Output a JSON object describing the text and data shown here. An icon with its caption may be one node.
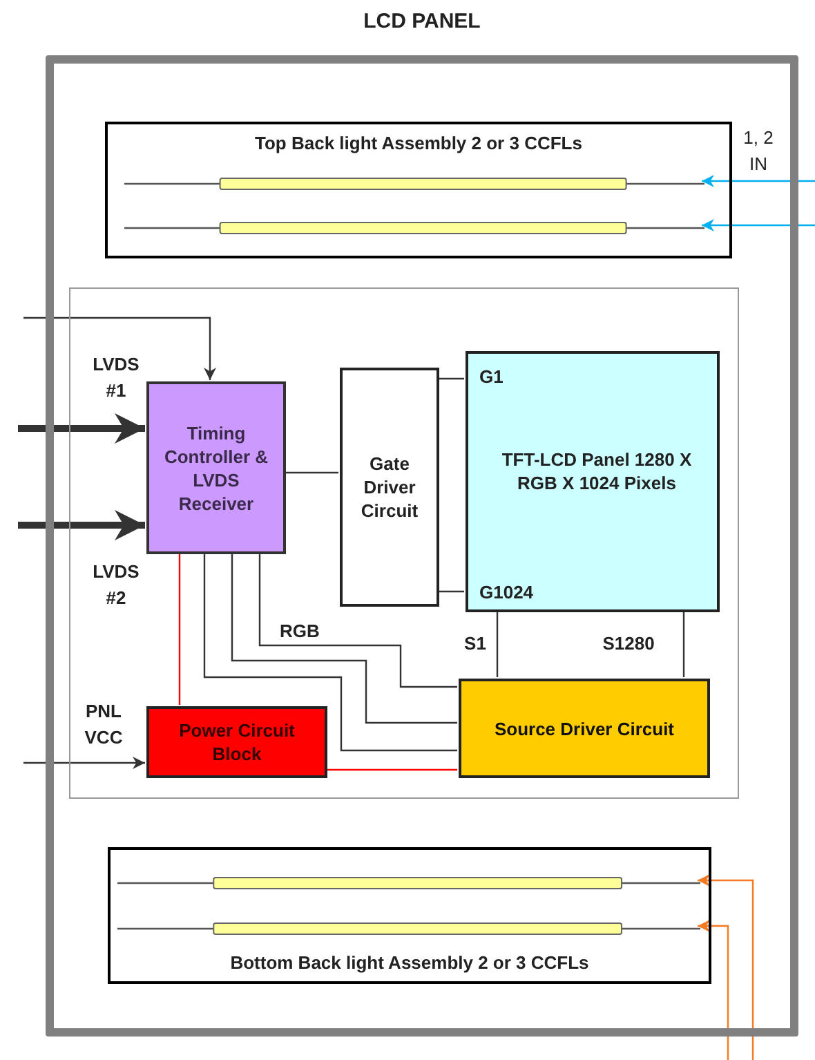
{
  "diagram": {
    "nodes": [
      {
        "text": [
          "LCD PANEL"
        ]
      },
      {
        "text": [
          "Top Back light Assembly 2 or 3 CCFLs"
        ],
        "in": 0
      },
      {
        "text": [],
        "shape": "bar",
        "in": 1
      },
      {
        "text": [],
        "shape": "bar",
        "in": 1
      },
      {
        "text": [],
        "shape": "box",
        "in": 0
      },
      {
        "text": [
          "Timing Controller & LVDS Receiver"
        ],
        "in": 4
      },
      {
        "text": [
          "Gate Driver Circuit"
        ],
        "in": 4
      },
      {
        "text": [
          "G1",
          "TFT-LCD Panel 1280 X RGB X 1024 Pixels",
          "G1024"
        ],
        "in": 4
      },
      {
        "text": [
          "Power Circuit Block"
        ],
        "in": 4
      },
      {
        "text": [
          "Source Driver Circuit"
        ],
        "in": 4
      },
      {
        "text": [
          "Bottom Back light Assembly 2 or 3 CCFLs"
        ],
        "in": 0
      },
      {
        "text": [],
        "shape": "bar",
        "in": 10
      },
      {
        "text": [],
        "shape": "bar",
        "in": 10
      }
    ],
    "edges": [
      {
        "from": null,
        "to": 5,
        "arrow": "to"
      },
      {
        "from": null,
        "to": 5,
        "arrow": "to",
        "label": "LVDS #1",
        "style": "thick"
      },
      {
        "from": null,
        "to": 5,
        "arrow": "to",
        "label": "LVDS #2",
        "style": "thick"
      },
      {
        "from": 5,
        "to": 6,
        "arrow": "none"
      },
      {
        "from": 6,
        "to": 7,
        "arrow": "none"
      },
      {
        "from": 6,
        "to": 7,
        "arrow": "none"
      },
      {
        "from": 5,
        "to": 9,
        "arrow": "none",
        "label": "RGB"
      },
      {
        "from": 5,
        "to": 9,
        "arrow": "none"
      },
      {
        "from": 5,
        "to": 9,
        "arrow": "none"
      },
      {
        "from": 5,
        "to": 8,
        "arrow": "none",
        "color": "#ff0000"
      },
      {
        "from": 8,
        "to": 9,
        "arrow": "none",
        "color": "#ff0000"
      },
      {
        "from": null,
        "to": 8,
        "arrow": "to",
        "label": "PNL VCC"
      },
      {
        "from": 9,
        "to": 7,
        "arrow": "none",
        "label": "S1"
      },
      {
        "from": 9,
        "to": 7,
        "arrow": "none",
        "label": "S1280"
      },
      {
        "from": null,
        "to": 2,
        "arrow": "to",
        "color": "#00b0f0"
      },
      {
        "from": null,
        "to": 3,
        "arrow": "to",
        "color": "#00b0f0"
      },
      {
        "from": null,
        "to": 11,
        "arrow": "to",
        "color": "#f47920"
      },
      {
        "from": null,
        "to": 12,
        "arrow": "to",
        "color": "#f47920"
      }
    ],
    "labels": [
      "1, 2 IN"
    ]
  }
}
